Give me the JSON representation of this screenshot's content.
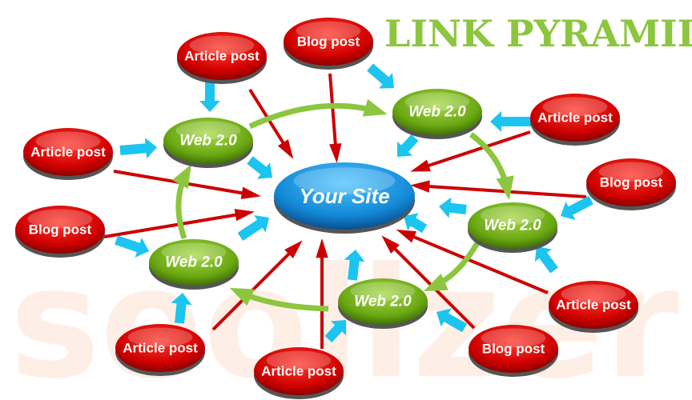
{
  "title": "LINK PYRAMID",
  "watermark": "seolizer",
  "center": {
    "label": "Your Site"
  },
  "web_nodes": [
    {
      "label": "Web 2.0"
    },
    {
      "label": "Web 2.0"
    },
    {
      "label": "Web 2.0"
    },
    {
      "label": "Web 2.0"
    },
    {
      "label": "Web 2.0"
    }
  ],
  "source_nodes": [
    {
      "label": "Article post"
    },
    {
      "label": "Blog post"
    },
    {
      "label": "Article post"
    },
    {
      "label": "Blog post"
    },
    {
      "label": "Article post"
    },
    {
      "label": "Blog post"
    },
    {
      "label": "Article post"
    },
    {
      "label": "Blog post"
    },
    {
      "label": "Article post"
    },
    {
      "label": "Article post"
    }
  ],
  "colors": {
    "red": "#d10000",
    "green": "#7cb518",
    "blue": "#1cc4f0",
    "arrow_red": "#cc0000",
    "arrow_green": "#8cc63f",
    "title": "#8cc63f",
    "site": "#1a8fd8"
  }
}
